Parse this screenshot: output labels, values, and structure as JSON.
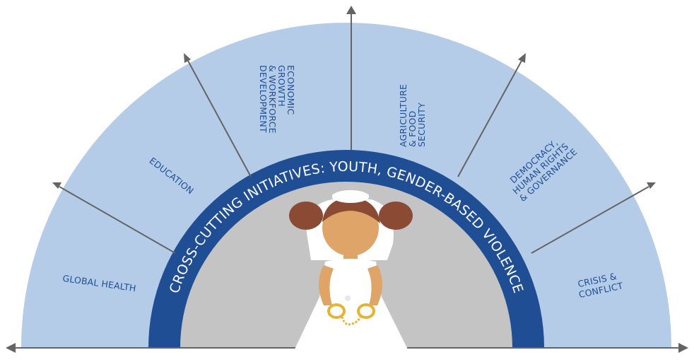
{
  "band_text": "CROSS-CUTTING INITIATIVES: YOUTH, GENDER-BASED VIOLENCE",
  "sectors": [
    {
      "id": "global-health",
      "lines": [
        "GLOBAL HEALTH"
      ]
    },
    {
      "id": "education",
      "lines": [
        "EDUCATION"
      ]
    },
    {
      "id": "economic-growth",
      "lines": [
        "ECONOMIC",
        "GROWTH",
        "& WORKFORCE",
        "DEVELOPMENT"
      ]
    },
    {
      "id": "agriculture",
      "lines": [
        "AGRICULTURE",
        "& FOOD",
        "SECURITY"
      ]
    },
    {
      "id": "democracy",
      "lines": [
        "DEMOCRACY,",
        "HUMAN RIGHTS",
        "& GOVERNANCE"
      ]
    },
    {
      "id": "crisis",
      "lines": [
        "CRISIS &",
        "CONFLICT"
      ]
    }
  ],
  "colors": {
    "outer_ring": "#b5cce8",
    "band": "#1f4e95",
    "inner": "#c4c4c4",
    "arrows": "#646464",
    "label_text": "#1f4e95",
    "dress": "#ffffff",
    "skin": "#dfa468",
    "hair": "#8b4a33",
    "handcuffs": "#e6b433"
  },
  "icons": {
    "figure": "girl-bride-handcuffed-icon",
    "arrow_head": "arrow-head-icon"
  }
}
